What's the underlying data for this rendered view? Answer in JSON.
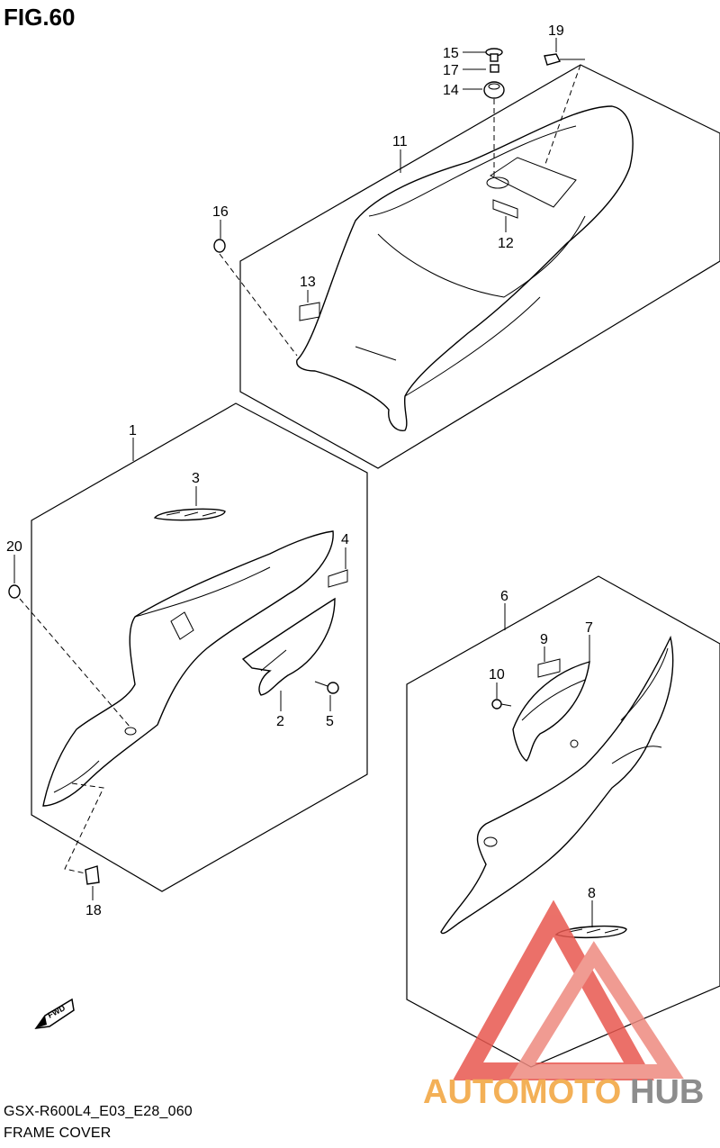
{
  "figure": {
    "title": "FIG.60"
  },
  "parts": [
    {
      "num": "1"
    },
    {
      "num": "2"
    },
    {
      "num": "3"
    },
    {
      "num": "4"
    },
    {
      "num": "5"
    },
    {
      "num": "6"
    },
    {
      "num": "7"
    },
    {
      "num": "8"
    },
    {
      "num": "9"
    },
    {
      "num": "10"
    },
    {
      "num": "11"
    },
    {
      "num": "12"
    },
    {
      "num": "13"
    },
    {
      "num": "14"
    },
    {
      "num": "15"
    },
    {
      "num": "16"
    },
    {
      "num": "17"
    },
    {
      "num": "18"
    },
    {
      "num": "19"
    },
    {
      "num": "20"
    }
  ],
  "fwd_label": "FWD",
  "footer": {
    "model_code": "GSX-R600L4_E03_E28_060",
    "section_name": "FRAME COVER"
  },
  "watermark": {
    "text_a": "AUTOMOTO",
    "text_b": "HUB",
    "color_red": "#e8584f",
    "color_orange": "#f2a33a",
    "color_grey": "#7a7a7a"
  }
}
